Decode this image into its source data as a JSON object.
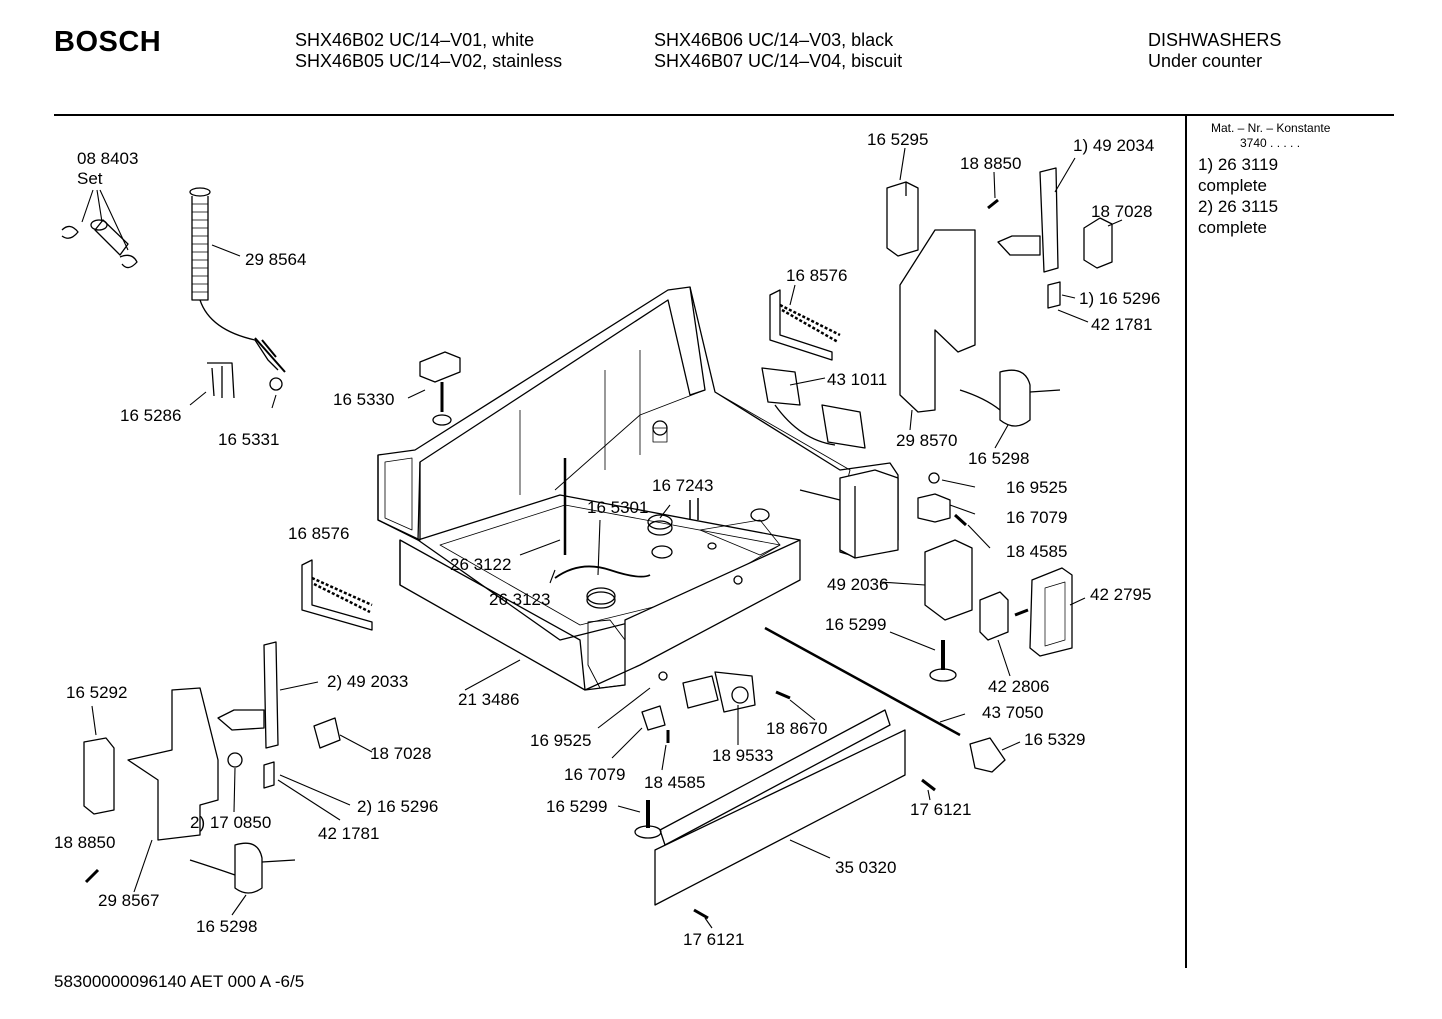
{
  "header": {
    "brand": "BOSCH",
    "models_col1": [
      "SHX46B02  UC/14–V01, white",
      "SHX46B05  UC/14–V02, stainless"
    ],
    "models_col2": [
      "SHX46B06  UC/14–V03, black",
      "SHX46B07  UC/14–V04, biscuit"
    ],
    "category": [
      "DISHWASHERS",
      "Under counter"
    ]
  },
  "sidebar": {
    "mat_nr_label": "Mat. – Nr. – Konstante",
    "mat_nr_value": "3740  .  .  .  .  .",
    "notes": [
      "1) 26 3119",
      "complete",
      "2) 26 3115",
      "complete"
    ]
  },
  "part_labels": [
    "08 8403",
    "Set",
    "29 8564",
    "16 5286",
    "16 5331",
    "16 5330",
    "16 5295",
    "18 8850",
    "1) 49 2034",
    "18 7028",
    "16 8576",
    "1) 16 5296",
    "42 1781",
    "43 1011",
    "29 8570",
    "16 5298",
    "16 9525",
    "16 7079",
    "18 4585",
    "16 7243",
    "16 5301",
    "16 8576",
    "26 3122",
    "26 3123",
    "49 2036",
    "42 2795",
    "16 5299",
    "42 2806",
    "16 5292",
    "2) 49 2033",
    "21 3486",
    "18 7028",
    "16 9525",
    "18 8670",
    "43 7050",
    "16 5329",
    "2) 16 5296",
    "2) 17 0850",
    "42 1781",
    "16 7079",
    "18 9533",
    "18 4585",
    "18 8850",
    "29 8567",
    "16 5299",
    "17 6121",
    "35 0320",
    "16 5298",
    "17 6121"
  ],
  "footer": "58300000096140 AET 000 A   -6/5"
}
